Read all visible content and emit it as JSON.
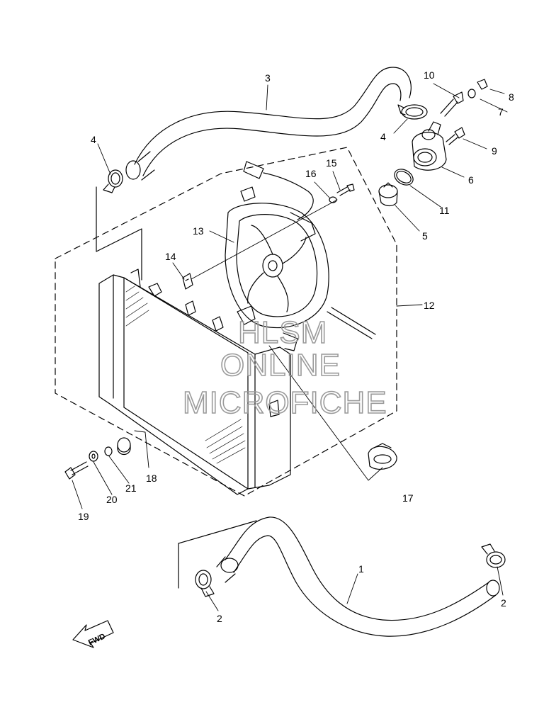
{
  "callouts": {
    "c1": "1",
    "c2a": "2",
    "c2b": "2",
    "c3": "3",
    "c4a": "4",
    "c4b": "4",
    "c5": "5",
    "c6": "6",
    "c7": "7",
    "c8": "8",
    "c9": "9",
    "c10": "10",
    "c11": "11",
    "c12": "12",
    "c13": "13",
    "c14": "14",
    "c15": "15",
    "c16": "16",
    "c17": "17",
    "c18": "18",
    "c19": "19",
    "c20": "20",
    "c21": "21"
  },
  "watermark": {
    "line1": "HLSM",
    "line2": "ONLINE",
    "line3": "MICROFICHE"
  },
  "direction_marker": "FWD"
}
